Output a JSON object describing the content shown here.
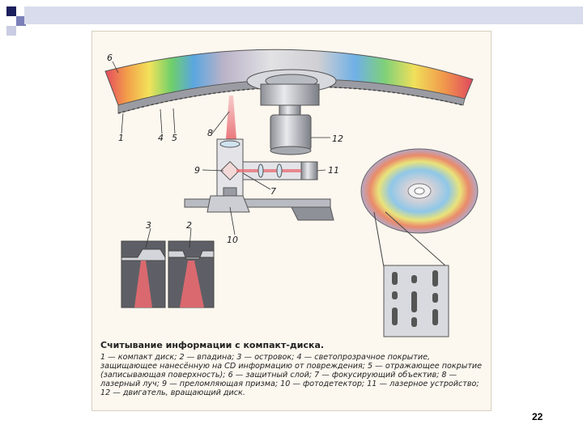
{
  "colors": {
    "square_dark": "#1b1f5c",
    "square_mid": "#7b80b8",
    "square_light": "#c9cce2",
    "topbar": "#d9dcec",
    "laser": "#e86a70"
  },
  "labels": {
    "l1": "1",
    "l2": "2",
    "l3": "3",
    "l4": "4",
    "l5": "5",
    "l6": "6",
    "l7": "7",
    "l8": "8",
    "l9": "9",
    "l10": "10",
    "l11": "11",
    "l12": "12"
  },
  "caption": {
    "title": "Считывание информации с компакт-диска.",
    "text": "1 — компакт диск; 2 — впадина; 3 — островок; 4 — светопрозрачное покрытие, защищающее нанесённую на CD информацию от повреждения; 5 — отражающее покрытие (записывающая поверхность); 6 — защитный слой; 7 — фокусирующий объектив; 8 — лазерный луч; 9 — преломляющая призма; 10 — фотодетектор; 11 — лазерное устройство; 12 — двигатель, вращающий диск."
  },
  "page_number": "22"
}
